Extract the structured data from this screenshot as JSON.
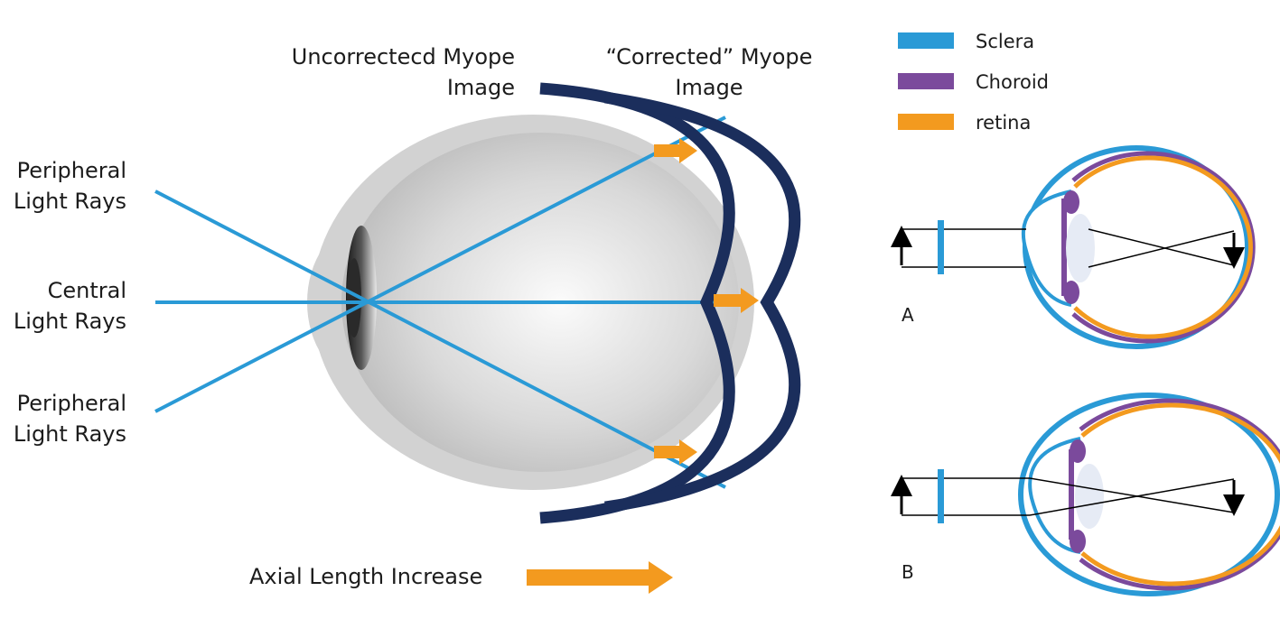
{
  "labels": {
    "uncorrected_line1": "Uncorrectecd Myope",
    "uncorrected_line2": "Image",
    "corrected_line1": "“Corrected” Myope",
    "corrected_line2": "Image",
    "peripheral_top_line1": "Peripheral",
    "peripheral_top_line2": "Light Rays",
    "central_line1": "Central",
    "central_line2": "Light Rays",
    "peripheral_bottom_line1": "Peripheral",
    "peripheral_bottom_line2": "Light Rays",
    "axial": "Axial Length Increase"
  },
  "legend": [
    {
      "label": "Sclera",
      "color": "#2a9ad6"
    },
    {
      "label": "Choroid",
      "color": "#7b4a9c"
    },
    {
      "label": "retina",
      "color": "#f39a1f"
    }
  ],
  "panels": {
    "a": "A",
    "b": "B"
  },
  "colors": {
    "ray": "#2a9ad6",
    "image_curve": "#1b2e5c",
    "arrow": "#f39a1f",
    "sclera": "#2a9ad6",
    "choroid": "#7b4a9c",
    "retina": "#f39a1f",
    "lens": "#e6ebf5"
  }
}
